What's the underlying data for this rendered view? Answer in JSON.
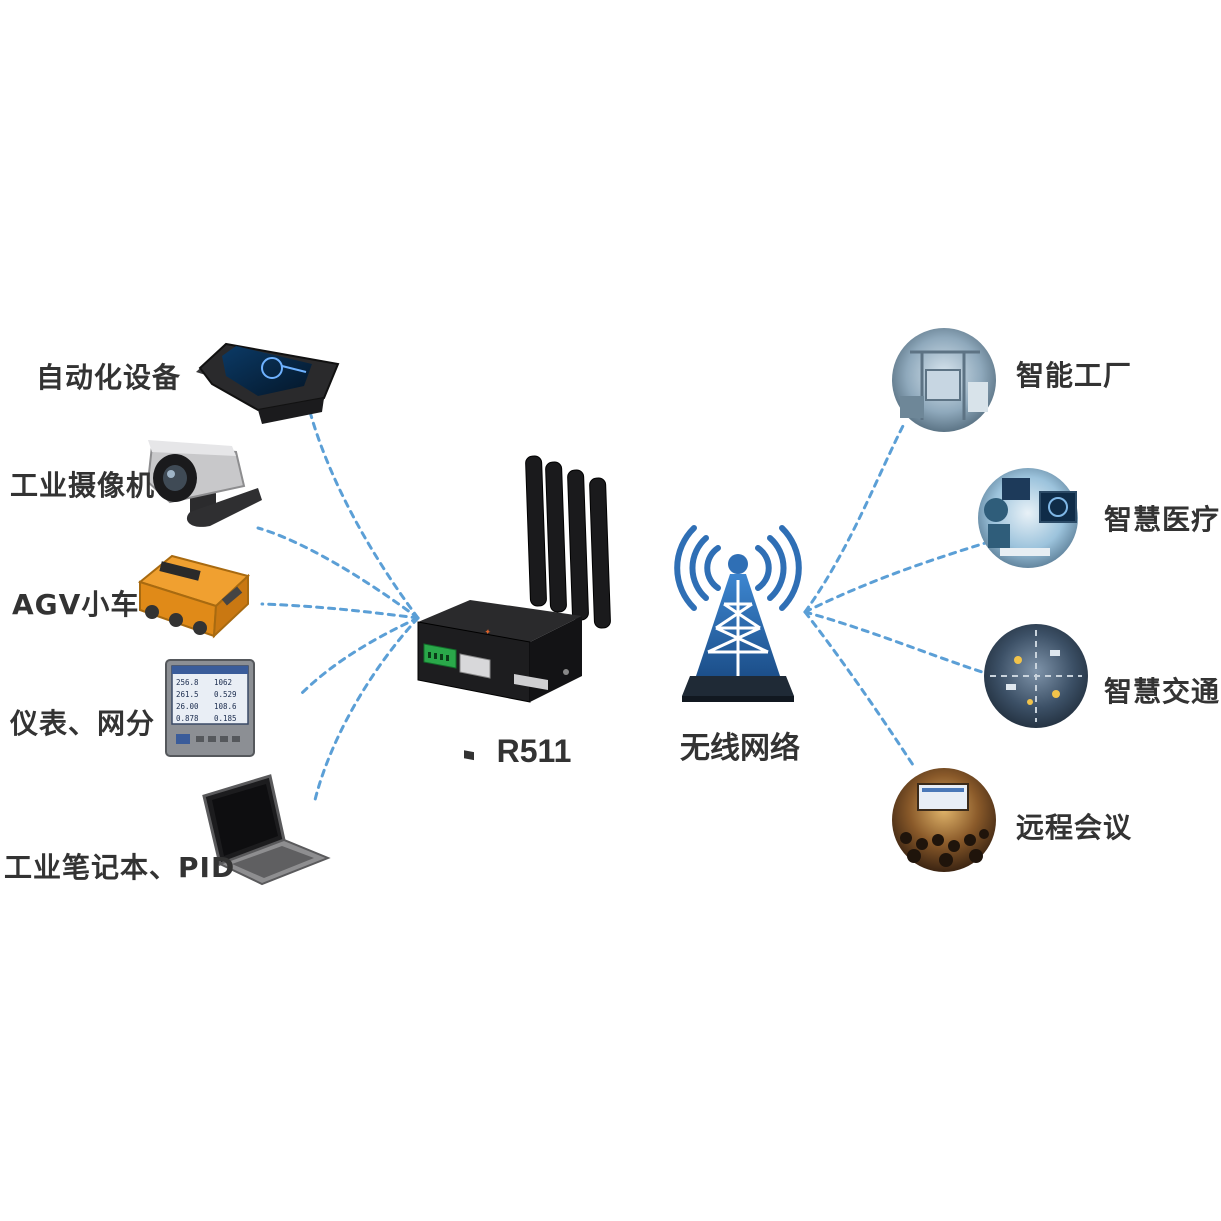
{
  "left_devices": [
    {
      "label": "自动化设备",
      "icon": "rugged-tablet-icon"
    },
    {
      "label": "工业摄像机",
      "icon": "security-camera-icon"
    },
    {
      "label": "AGV小车",
      "icon": "agv-cart-icon"
    },
    {
      "label": "仪表、网分",
      "icon": "meter-panel-icon"
    },
    {
      "label": "工业笔记本、PID",
      "icon": "laptop-icon"
    }
  ],
  "center": {
    "router_label": "R511",
    "tower_label": "无线网络"
  },
  "right_scenarios": [
    {
      "label": "智能工厂",
      "icon": "factory-photo-icon"
    },
    {
      "label": "智慧医疗",
      "icon": "medical-photo-icon"
    },
    {
      "label": "智慧交通",
      "icon": "traffic-photo-icon"
    },
    {
      "label": "远程会议",
      "icon": "conference-photo-icon"
    }
  ],
  "meter_readings": [
    "256.8",
    "1062",
    "261.5",
    "0.529",
    "26.00",
    "108.6",
    "0.878",
    "0.185"
  ],
  "colors": {
    "link_line": "#5b9fd6",
    "label_text": "#333333",
    "tower_blue": "#2f6fb5",
    "agv_orange": "#f0a030",
    "router_body": "#1d1d1f",
    "terminal_green": "#2aa84a"
  }
}
